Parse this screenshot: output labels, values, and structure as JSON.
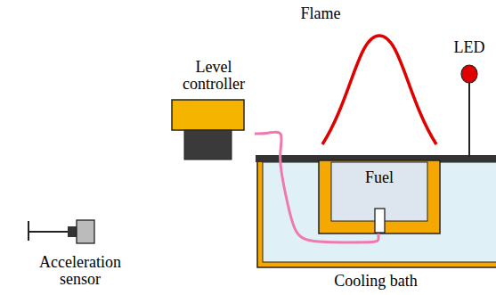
{
  "diagram": {
    "nodes": [
      {
        "text": [
          "Level controller"
        ]
      },
      {
        "text": [
          "Cooling bath"
        ]
      },
      {
        "text": [
          "Fuel"
        ],
        "in": 1
      }
    ],
    "edges": [
      {
        "from": 0,
        "to": 2,
        "arrow": "none"
      }
    ],
    "labels": [
      "Flame",
      "LED",
      "Acceleration sensor"
    ]
  }
}
